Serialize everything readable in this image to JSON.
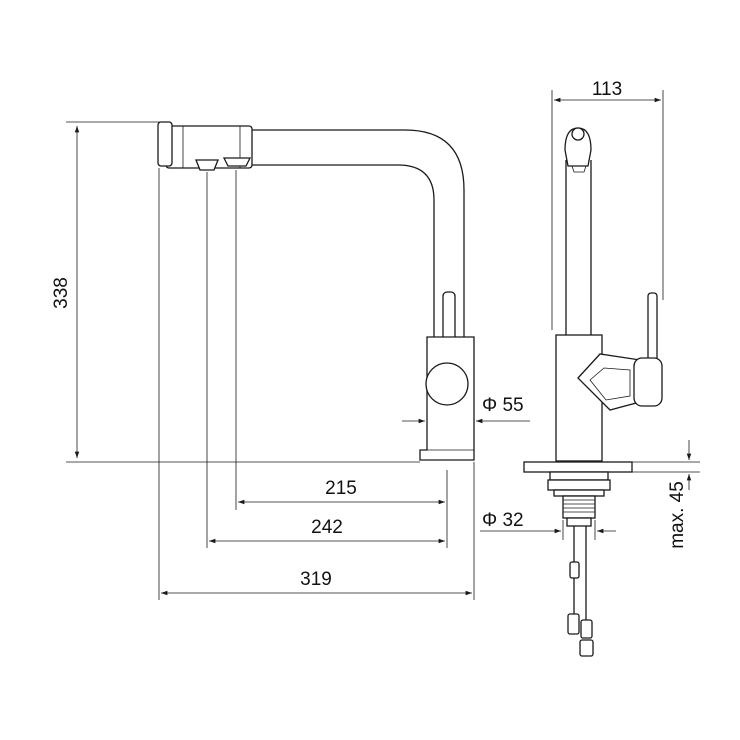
{
  "dimensions": {
    "total_height": "338",
    "spout_215": "215",
    "spout_242": "242",
    "total_reach": "319",
    "base_diameter": "Φ 55",
    "side_width": "113",
    "shank_diameter": "Φ 32",
    "max_thickness": "max. 45"
  },
  "colors": {
    "line": "#1a1a1a",
    "background": "#ffffff"
  }
}
